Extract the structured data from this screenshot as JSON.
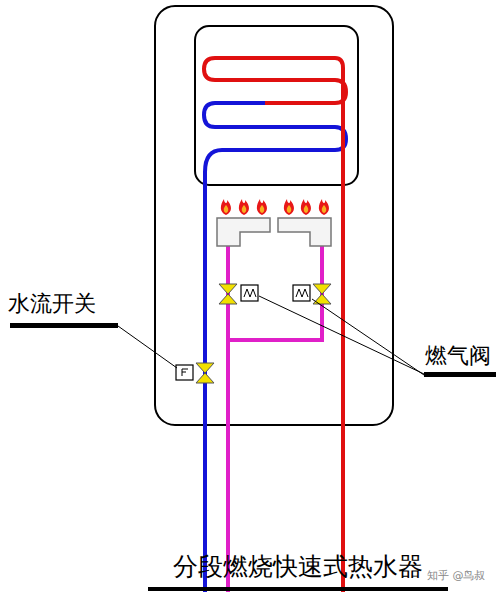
{
  "diagram": {
    "caption": "分段燃烧快速式热水器",
    "labels": [
      "水流开关",
      "燃气阀",
      "知乎 @鸟叔"
    ]
  }
}
